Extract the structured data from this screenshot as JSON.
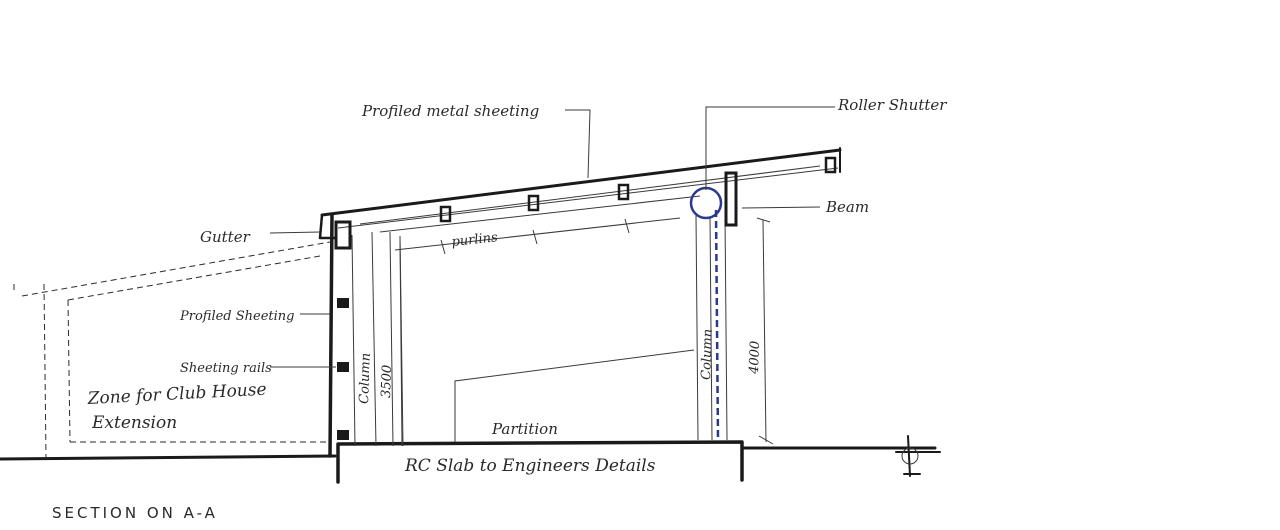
{
  "drawing": {
    "labels": {
      "profiled_metal_sheeting": "Profiled metal sheeting",
      "roller_shutter": "Roller Shutter",
      "beam": "Beam",
      "gutter": "Gutter",
      "purlins": "purlins",
      "profiled_sheeting": "Profiled Sheeting",
      "sheeting_rails": "Sheeting rails",
      "zone_line1": "Zone for Club House",
      "zone_line2": "Extension",
      "column_left": "Column",
      "column_right": "Column",
      "dim_left": "3500",
      "dim_right": "4000",
      "partition": "Partition",
      "slab": "RC Slab to Engineers Details",
      "section_title": "SECTION ON A-A"
    },
    "colors": {
      "ink": "#1a1a1a",
      "blue_pen": "#2b3a8c"
    }
  }
}
